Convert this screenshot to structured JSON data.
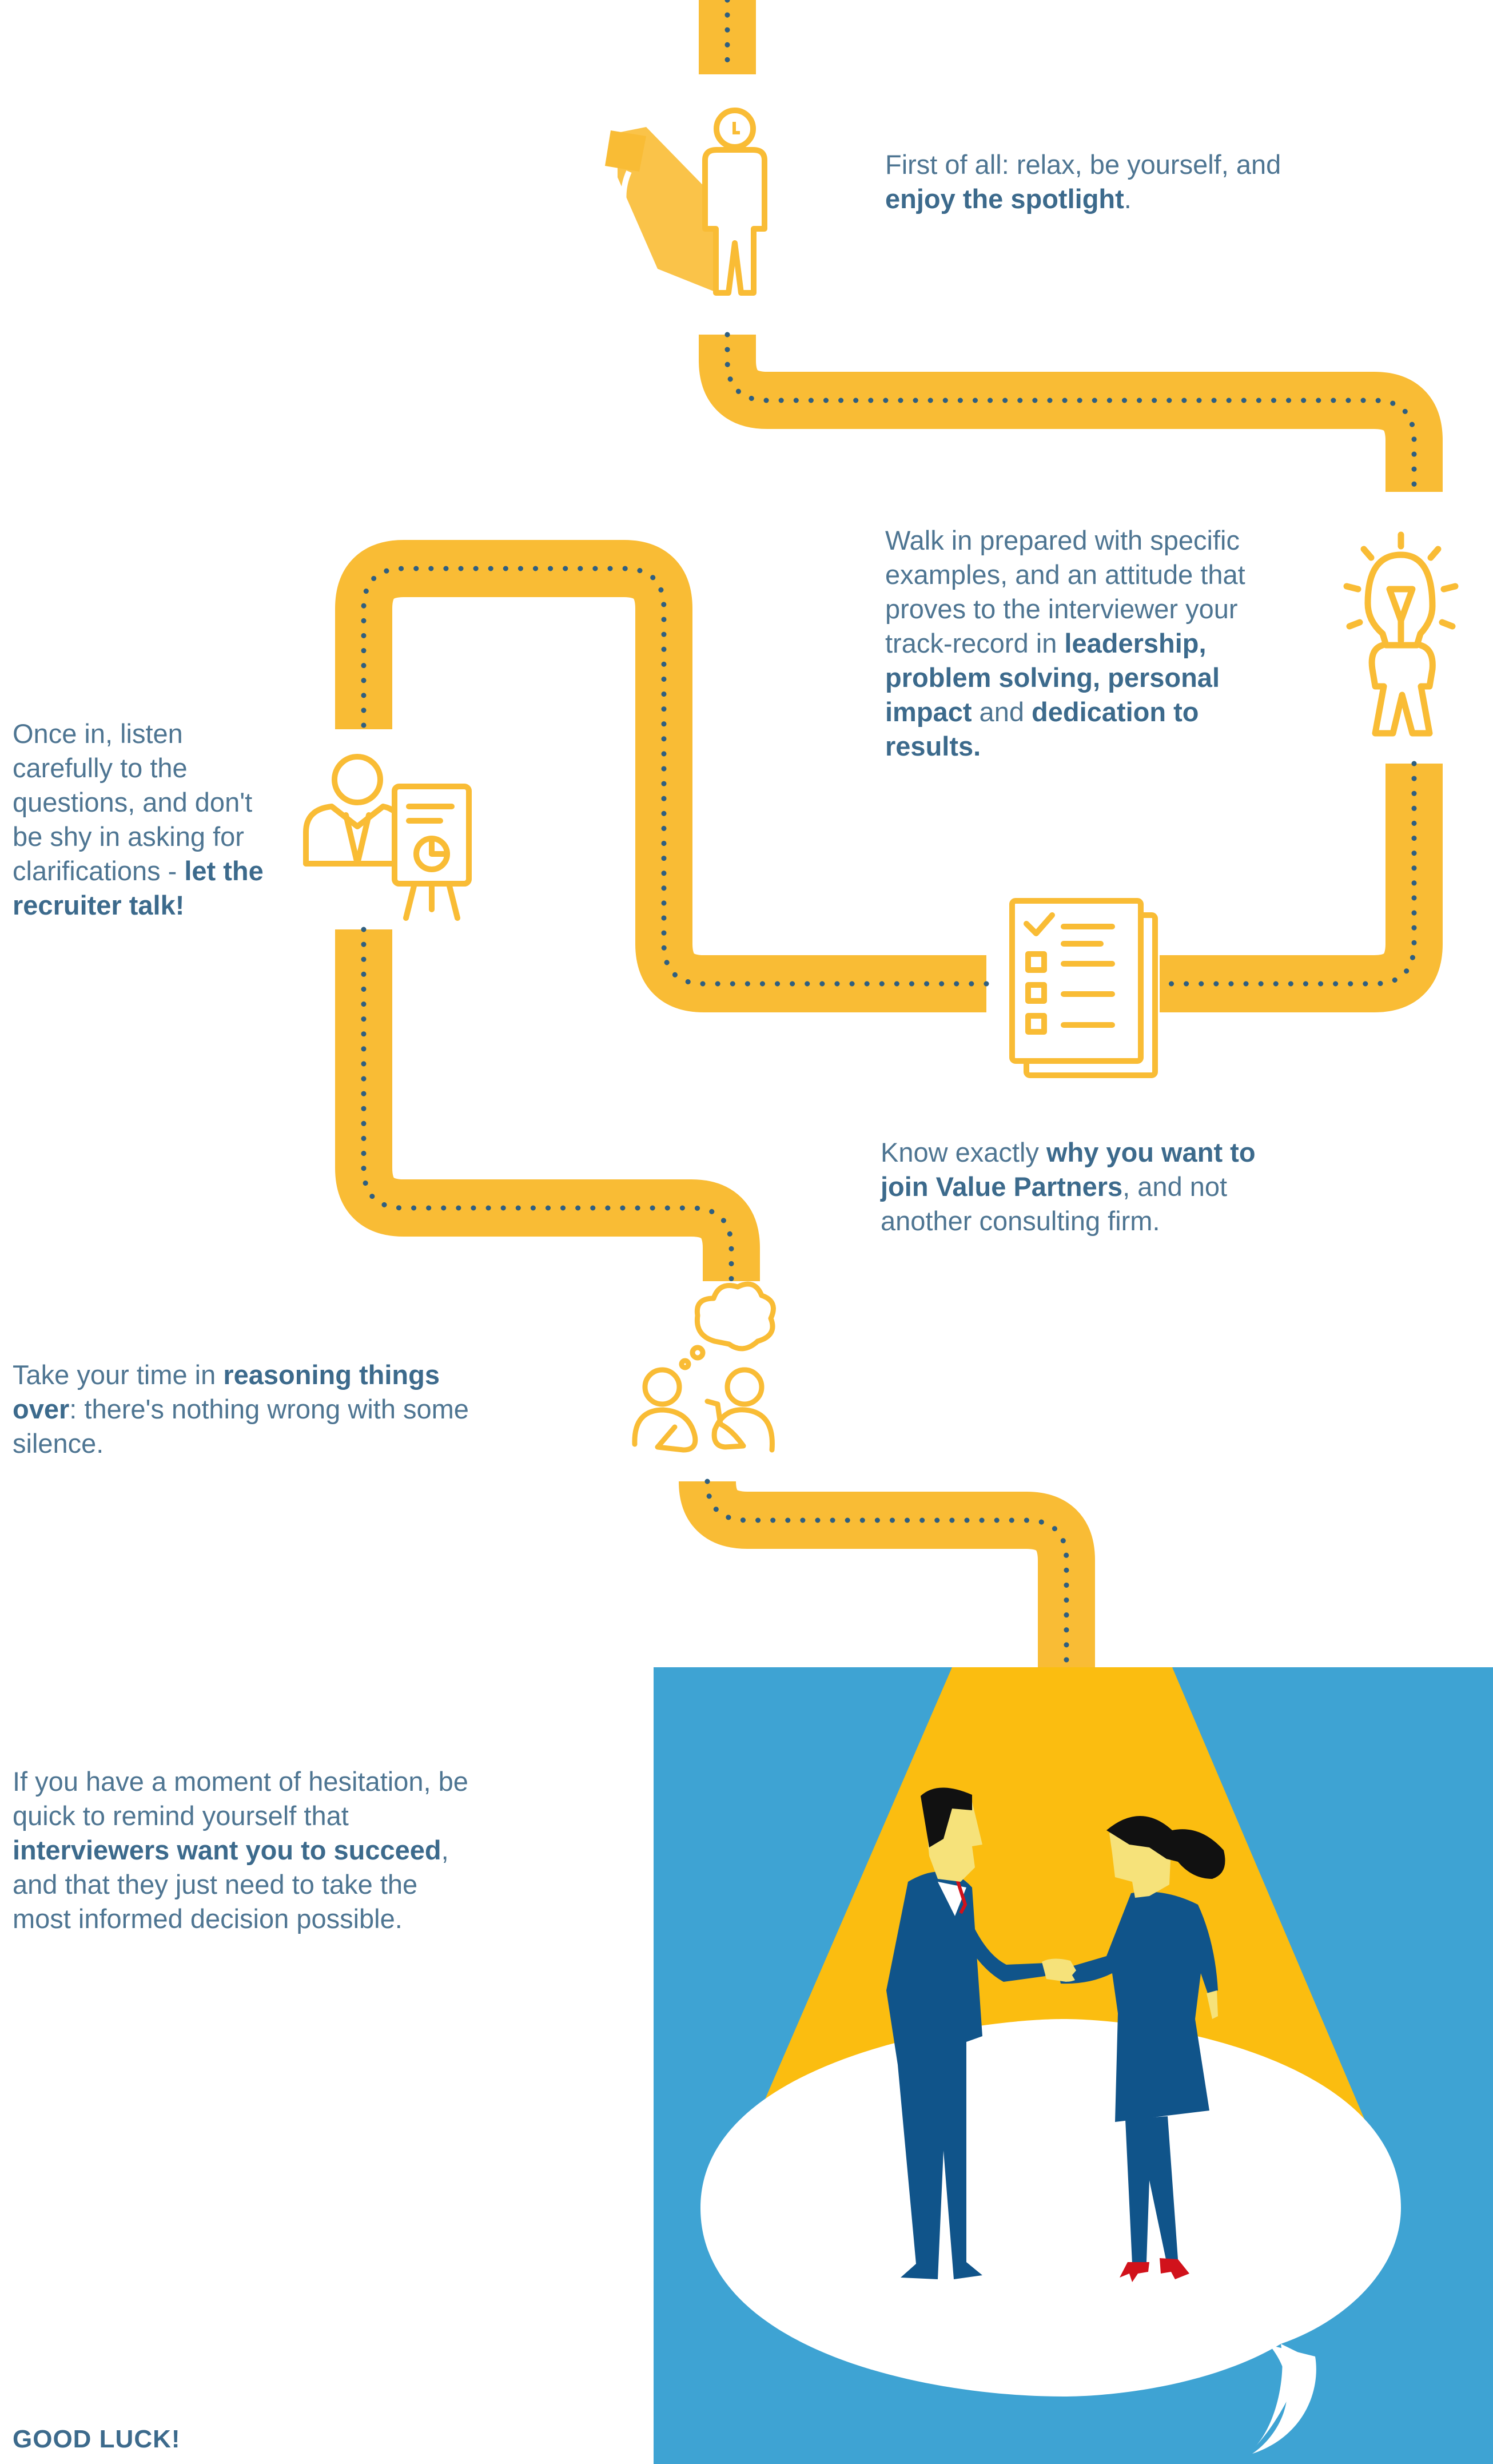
{
  "tips": [
    {
      "parts": [
        {
          "text": "First of all: relax, be yourself, and "
        },
        {
          "text": "enjoy the spotlight",
          "bold": true
        },
        {
          "text": "."
        }
      ]
    },
    {
      "parts": [
        {
          "text": "Walk in prepared with specific examples, and an attitude that proves to the interviewer your track-record in "
        },
        {
          "text": "leadership, problem solving, personal impact",
          "bold": true
        },
        {
          "text": " and "
        },
        {
          "text": "dedication to results.",
          "bold": true
        }
      ]
    },
    {
      "parts": [
        {
          "text": "Once in, listen carefully to the questions, and don't be shy in asking for clarifications - "
        },
        {
          "text": "let the recruiter talk!",
          "bold": true
        }
      ]
    },
    {
      "parts": [
        {
          "text": "Know exactly "
        },
        {
          "text": "why you want to join Value Partners",
          "bold": true
        },
        {
          "text": ", and not another consulting firm."
        }
      ]
    },
    {
      "parts": [
        {
          "text": "Take your time in "
        },
        {
          "text": "reasoning things over",
          "bold": true
        },
        {
          "text": ": there's nothing wrong with some silence."
        }
      ]
    },
    {
      "parts": [
        {
          "text": "If you have a moment of hesitation, be quick to remind yourself that "
        },
        {
          "text": "interviewers want you to succeed",
          "bold": true
        },
        {
          "text": ", and that they just need to take the most informed decision possible."
        }
      ]
    }
  ],
  "closing": "GOOD LUCK!",
  "icons": [
    "spotlight-person-icon",
    "lightbulb-person-icon",
    "presenter-chart-icon",
    "checklist-icon",
    "thinking-people-icon",
    "handshake-illustration"
  ],
  "colors": {
    "path": "#f9bc35",
    "path_dots": "#2f5f80",
    "icon": "#f9bc35",
    "text": "#4e7592",
    "text_bold": "#3c6a8c",
    "scene_bg": "#3ea3d3",
    "spotlight": "#fbbd10",
    "suit": "#10548a",
    "skin": "#f6e27a",
    "hair": "#111111",
    "heels": "#d1121b"
  }
}
